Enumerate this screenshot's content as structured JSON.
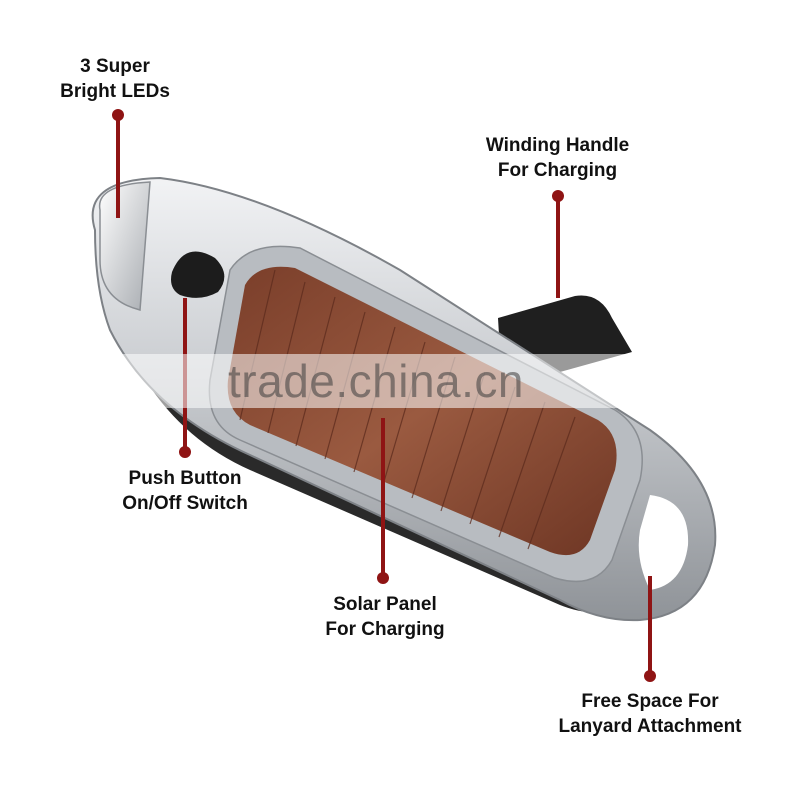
{
  "product": {
    "name_icon": "hand-crank-solar-flashlight-illustration",
    "colors": {
      "body": "#c9ccd0",
      "solar_cell": "#8a4a34",
      "rubber": "#2a2a2a",
      "callout_line": "#8f1414"
    }
  },
  "callouts": [
    {
      "id": "leds",
      "lines": [
        "3 Super",
        "Bright LEDs"
      ]
    },
    {
      "id": "winding",
      "lines": [
        "Winding Handle",
        "For Charging"
      ]
    },
    {
      "id": "button",
      "lines": [
        "Push Button",
        "On/Off Switch"
      ]
    },
    {
      "id": "solar",
      "lines": [
        "Solar Panel",
        "For Charging"
      ]
    },
    {
      "id": "lanyard",
      "lines": [
        "Free Space For",
        "Lanyard Attachment"
      ]
    }
  ],
  "watermark": {
    "text": "trade.china.cn"
  }
}
